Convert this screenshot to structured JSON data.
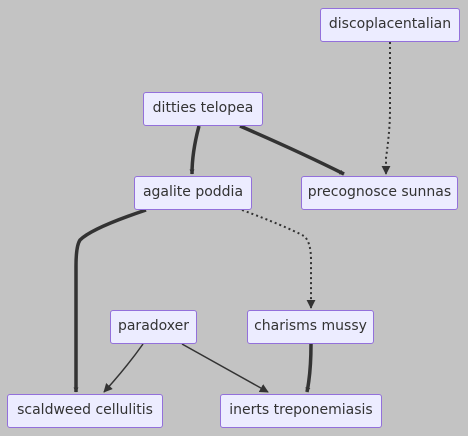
{
  "diagram": {
    "colors": {
      "background": "#c3c3c3",
      "node_fill": "#ececff",
      "node_border": "#9370db",
      "text": "#333333",
      "edge": "#333333"
    },
    "nodes": [
      {
        "id": "discoplacentalian",
        "label": "discoplacentalian"
      },
      {
        "id": "ditties-telopea",
        "label": "ditties telopea"
      },
      {
        "id": "agalite-poddia",
        "label": "agalite poddia"
      },
      {
        "id": "precognosce-sunnas",
        "label": "precognosce sunnas"
      },
      {
        "id": "paradoxer",
        "label": "paradoxer"
      },
      {
        "id": "charisms-mussy",
        "label": "charisms mussy"
      },
      {
        "id": "scaldweed-cellulitis",
        "label": "scaldweed cellulitis"
      },
      {
        "id": "inerts-treponemiasis",
        "label": "inerts treponemiasis"
      }
    ],
    "edges": [
      {
        "from": "discoplacentalian",
        "to": "precognosce-sunnas",
        "style": "dotted"
      },
      {
        "from": "ditties-telopea",
        "to": "agalite-poddia",
        "style": "thick"
      },
      {
        "from": "ditties-telopea",
        "to": "precognosce-sunnas",
        "style": "thick"
      },
      {
        "from": "agalite-poddia",
        "to": "scaldweed-cellulitis",
        "style": "thick"
      },
      {
        "from": "agalite-poddia",
        "to": "charisms-mussy",
        "style": "dotted"
      },
      {
        "from": "paradoxer",
        "to": "scaldweed-cellulitis",
        "style": "normal"
      },
      {
        "from": "paradoxer",
        "to": "inerts-treponemiasis",
        "style": "normal"
      },
      {
        "from": "charisms-mussy",
        "to": "inerts-treponemiasis",
        "style": "thick"
      }
    ]
  }
}
